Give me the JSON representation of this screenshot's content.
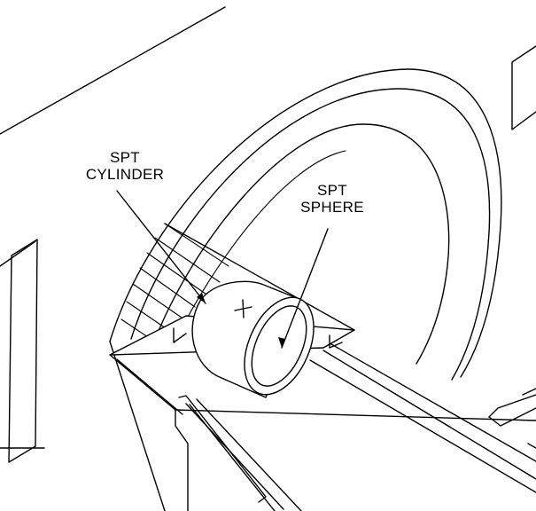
{
  "labels": {
    "cylinder": {
      "line1": "SPT",
      "line2": "CYLINDER"
    },
    "sphere": {
      "line1": "SPT",
      "line2": "SPHERE"
    }
  },
  "colors": {
    "ink": "#000000",
    "paper": "#ffffff"
  }
}
